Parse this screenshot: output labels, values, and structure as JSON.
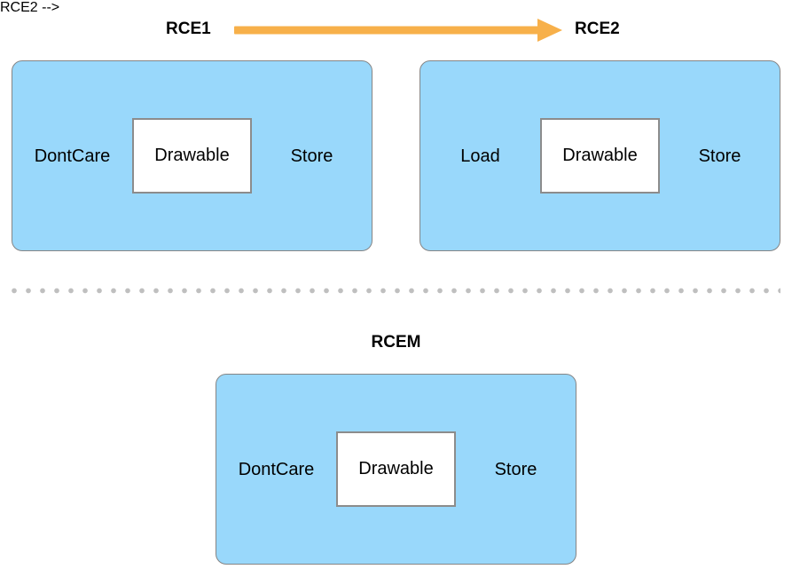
{
  "header": {
    "left_label": "RCE1",
    "right_label": "RCE2"
  },
  "merged_title": "RCEM",
  "encoders": [
    {
      "id": "RCE1",
      "load_action": "DontCare",
      "attachment": "Drawable",
      "store_action": "Store"
    },
    {
      "id": "RCE2",
      "load_action": "Load",
      "attachment": "Drawable",
      "store_action": "Store"
    },
    {
      "id": "RCEM",
      "load_action": "DontCare",
      "attachment": "Drawable",
      "store_action": "Store"
    }
  ],
  "colors": {
    "encoder_fill": "#99D8FB",
    "encoder_border": "#858585",
    "drawable_fill": "#FFFFFF",
    "drawable_border": "#8C8C8C",
    "arrow": "#F7B04A",
    "divider_dots": "#BFBFBF",
    "text": "#000000"
  }
}
